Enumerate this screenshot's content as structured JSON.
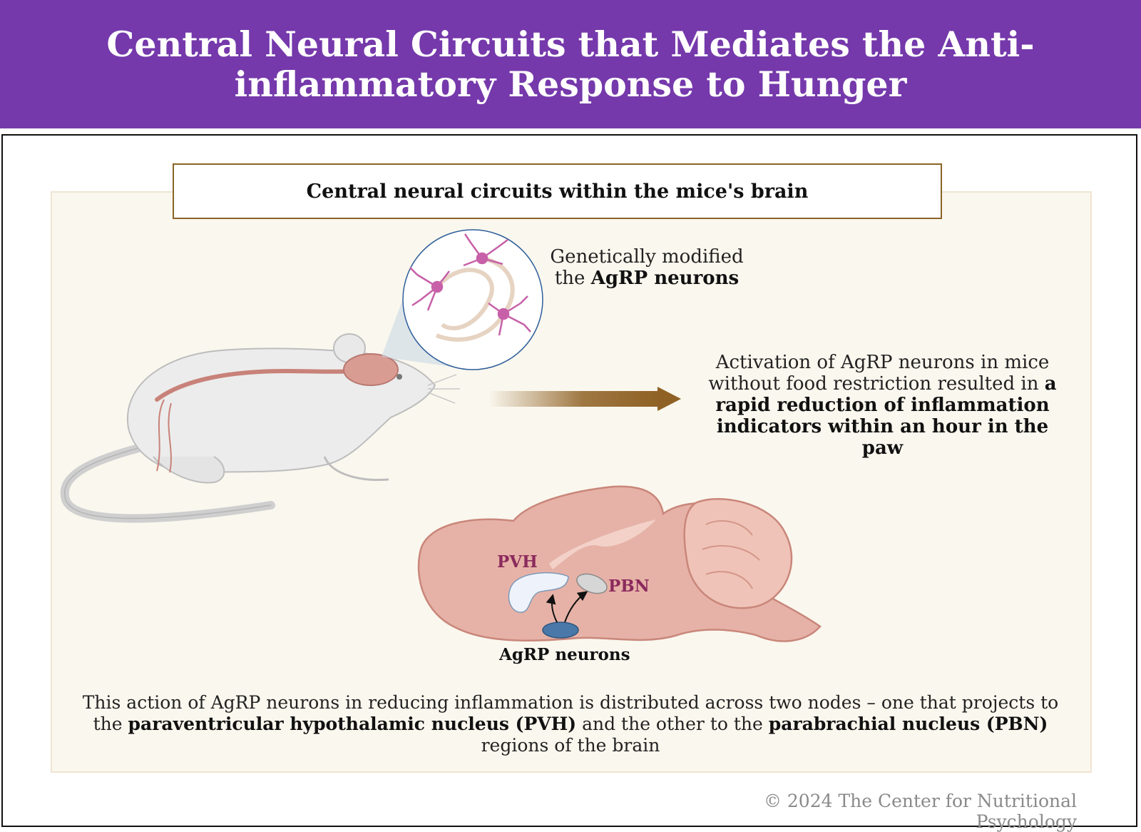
{
  "header": {
    "title": "Central Neural Circuits that Mediates the Anti-inflammatory Response to Hunger"
  },
  "panel": {
    "subtitle": "Central neural circuits within the mice's brain"
  },
  "callouts": {
    "genetic_prefix": "Genetically modified",
    "genetic_line2_prefix": "the ",
    "genetic_bold": "AgRP neurons",
    "activation_text": "Activation of AgRP neurons in mice without food restriction resulted in ",
    "activation_bold": "a rapid reduction of inflammation indicators within an hour in the paw"
  },
  "brain_labels": {
    "pvh": "PVH",
    "pbn": "PBN",
    "agrp": "AgRP neurons"
  },
  "summary": {
    "part1": "This action of AgRP neurons in reducing inflammation is distributed across two nodes – one that projects to the ",
    "bold1": "paraventricular hypothalamic nucleus (PVH)",
    "part2": " and the other to the ",
    "bold2": "parabrachial nucleus (PBN)",
    "part3": " regions of the brain"
  },
  "footer": {
    "copyright": "© 2024 The Center for Nutritional Psychology"
  },
  "colors": {
    "banner": "#7539ab",
    "panel_bg": "#faf7ee",
    "subtitle_border": "#8a6428",
    "arrow": "#8f6124",
    "brain": "#e8b5aa",
    "neuron": "#c760a8",
    "label_purple": "#8b2a5c"
  }
}
